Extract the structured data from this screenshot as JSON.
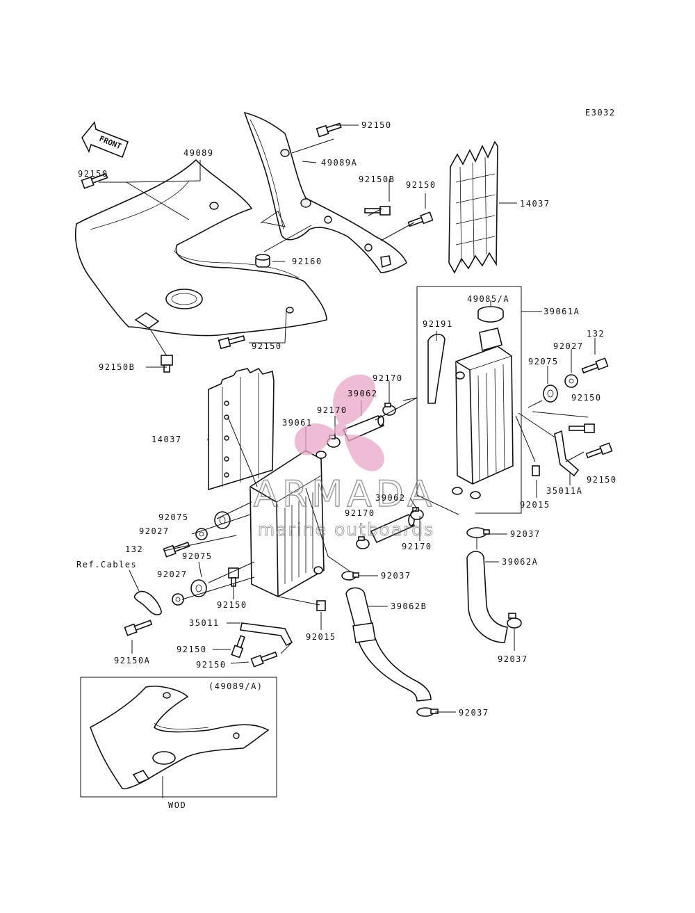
{
  "diagram": {
    "code": "E3032",
    "front_label": "FRONT",
    "inset_caption": "(49089/A)",
    "inset_footer": "WOD"
  },
  "watermark": {
    "title": "ARMADA",
    "subtitle": "marine outboards",
    "accent_color": "#e9a6c6"
  },
  "labels": [
    {
      "id": "l1",
      "text": "92150"
    },
    {
      "id": "l2",
      "text": "49089"
    },
    {
      "id": "l3",
      "text": "92150"
    },
    {
      "id": "l4",
      "text": "49089A"
    },
    {
      "id": "l5",
      "text": "92150B"
    },
    {
      "id": "l6",
      "text": "92150"
    },
    {
      "id": "l7",
      "text": "14037"
    },
    {
      "id": "l8",
      "text": "92160"
    },
    {
      "id": "l9",
      "text": "92150"
    },
    {
      "id": "l10",
      "text": "92150B"
    },
    {
      "id": "l11",
      "text": "49085/A"
    },
    {
      "id": "l12",
      "text": "39061A"
    },
    {
      "id": "l13",
      "text": "92191"
    },
    {
      "id": "l14",
      "text": "132"
    },
    {
      "id": "l15",
      "text": "92027"
    },
    {
      "id": "l16",
      "text": "92075"
    },
    {
      "id": "l17",
      "text": "92150"
    },
    {
      "id": "l18",
      "text": "92170"
    },
    {
      "id": "l19",
      "text": "39062"
    },
    {
      "id": "l20",
      "text": "92170"
    },
    {
      "id": "l21",
      "text": "39061"
    },
    {
      "id": "l22",
      "text": "14037"
    },
    {
      "id": "l23",
      "text": "92150"
    },
    {
      "id": "l24",
      "text": "35011A"
    },
    {
      "id": "l25",
      "text": "92015"
    },
    {
      "id": "l26",
      "text": "39062"
    },
    {
      "id": "l27",
      "text": "92170"
    },
    {
      "id": "l28",
      "text": "92075"
    },
    {
      "id": "l29",
      "text": "92027"
    },
    {
      "id": "l30",
      "text": "92170"
    },
    {
      "id": "l31",
      "text": "92037"
    },
    {
      "id": "l32",
      "text": "132"
    },
    {
      "id": "l33",
      "text": "92075"
    },
    {
      "id": "l34",
      "text": "Ref.Cables"
    },
    {
      "id": "l35",
      "text": "92027"
    },
    {
      "id": "l36",
      "text": "39062A"
    },
    {
      "id": "l37",
      "text": "92037"
    },
    {
      "id": "l38",
      "text": "92150"
    },
    {
      "id": "l39",
      "text": "39062B"
    },
    {
      "id": "l40",
      "text": "35011"
    },
    {
      "id": "l41",
      "text": "92015"
    },
    {
      "id": "l42",
      "text": "92150A"
    },
    {
      "id": "l43",
      "text": "92150"
    },
    {
      "id": "l44",
      "text": "92037"
    },
    {
      "id": "l45",
      "text": "92150"
    },
    {
      "id": "l46",
      "text": "92037"
    }
  ]
}
